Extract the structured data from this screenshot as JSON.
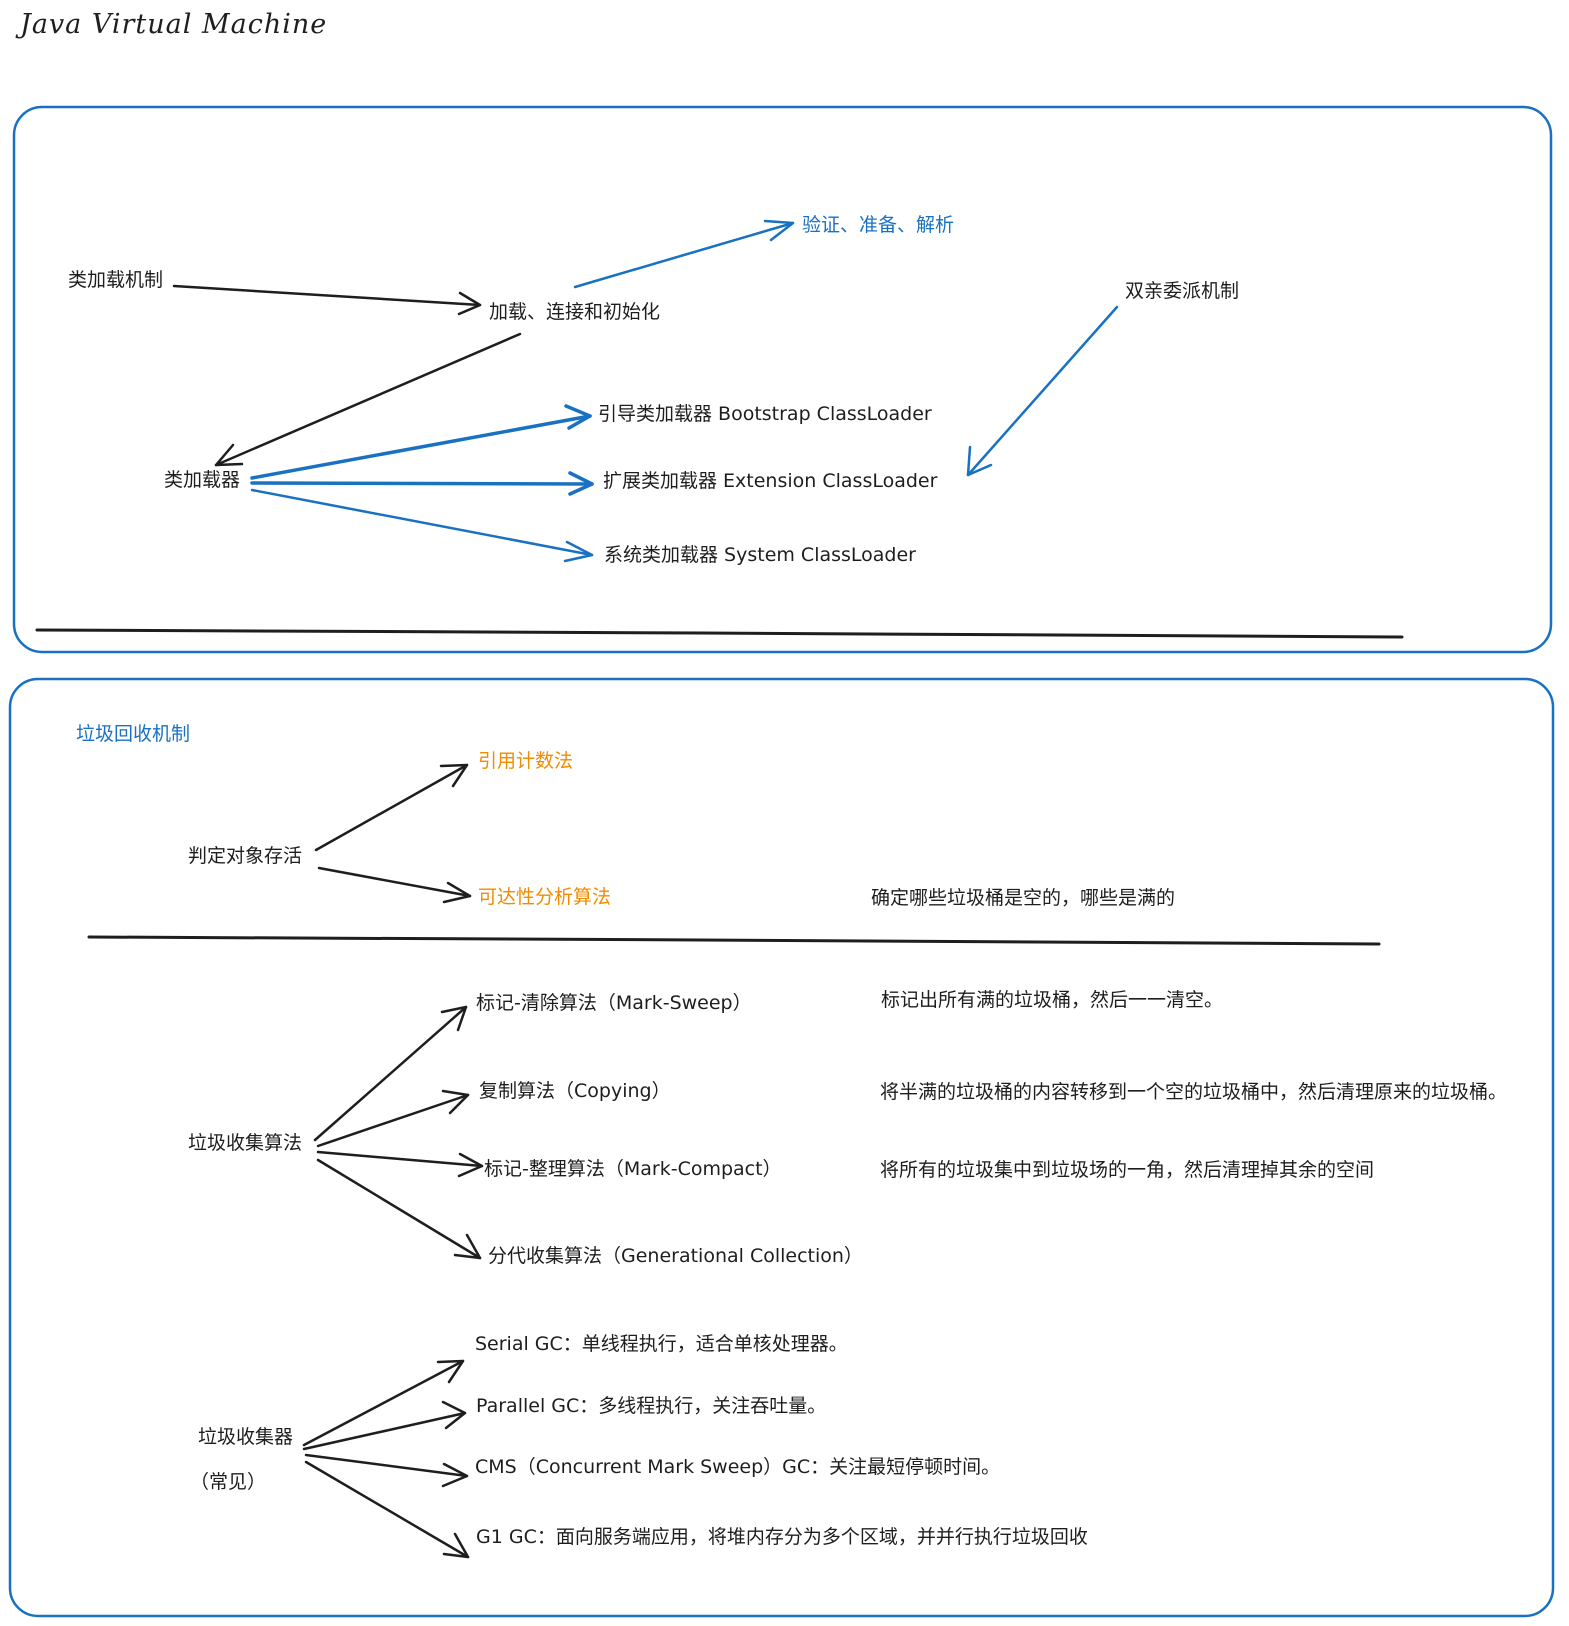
{
  "title": "Java Virtual Machine",
  "class_loading": {
    "mechanism": "类加载机制",
    "phase": "加载、连接和初始化",
    "sub_phases": "验证、准备、解析",
    "parent_delegation": "双亲委派机制",
    "class_loader": "类加载器",
    "bootstrap": "引导类加载器 Bootstrap ClassLoader",
    "extension": "扩展类加载器 Extension ClassLoader",
    "system": "系统类加载器  System ClassLoader"
  },
  "gc": {
    "mechanism": "垃圾回收机制",
    "liveness": "判定对象存活",
    "ref_counting": "引用计数法",
    "reachability": "可达性分析算法",
    "reachability_note": "确定哪些垃圾桶是空的，哪些是满的",
    "algorithms_label": "垃圾收集算法",
    "algorithms": [
      {
        "name": "标记-清除算法（Mark-Sweep）",
        "note": "标记出所有满的垃圾桶，然后一一清空。"
      },
      {
        "name": "复制算法（Copying）",
        "note": "将半满的垃圾桶的内容转移到一个空的垃圾桶中，然后清理原来的垃圾桶。"
      },
      {
        "name": "标记-整理算法（Mark-Compact）",
        "note": "将所有的垃圾集中到垃圾场的一角，然后清理掉其余的空间"
      },
      {
        "name": "分代收集算法（Generational Collection）",
        "note": ""
      }
    ],
    "collectors_label": "垃圾收集器",
    "collectors_sub": "（常见）",
    "collectors": [
      "Serial GC：单线程执行，适合单核处理器。",
      "Parallel GC：多线程执行，关注吞吐量。",
      "CMS（Concurrent Mark Sweep）GC：关注最短停顿时间。",
      "G1 GC：面向服务端应用，将堆内存分为多个区域，并并行执行垃圾回收"
    ]
  },
  "colors": {
    "frame": "#1971c2",
    "ink": "#1e1e1e",
    "highlight": "#f08c00"
  }
}
